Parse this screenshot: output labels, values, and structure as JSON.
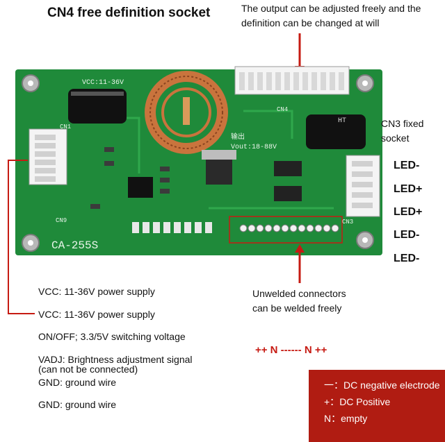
{
  "header": {
    "cn4_title": "CN4 free definition socket",
    "output_note_line1": "The output can be adjusted freely and the",
    "output_note_line2": "definition can be changed at will"
  },
  "board": {
    "model": "CA-255S",
    "vcc_silk": "VCC:11-36V",
    "vout_silk": "Vout:18-88V",
    "output_label_cn": "输出",
    "cn1": "CN1",
    "cn3": "CN3",
    "cn4": "CN4",
    "cn9": "CN9",
    "cap_label": "HT"
  },
  "cn3_note": {
    "line1": "CN3 fixed",
    "line2": "socket"
  },
  "led_pins": [
    "LED-",
    "LED+",
    "LED+",
    "LED-",
    "LED-"
  ],
  "unwelded_note": {
    "line1": "Unwelded connectors",
    "line2": "can be welded freely"
  },
  "pattern": "++ N ------ N ++",
  "cn1_pins": [
    "VCC: 11-36V power supply",
    "VCC: 11-36V power supply",
    "ON/OFF; 3.3/5V switching voltage",
    "VADJ: Brightness adjustment signal",
    "(can not be connected)",
    "GND: ground wire",
    "GND: ground wire"
  ],
  "legend": [
    {
      "symbol": "一：",
      "text": "DC negative electrode"
    },
    {
      "symbol": "+：",
      "text": "DC Positive"
    },
    {
      "symbol": "N：",
      "text": "empty"
    }
  ],
  "colors": {
    "pcb": "#1f8a3a",
    "accent_red": "#c61a12",
    "legend_bg": "#b01c12"
  }
}
